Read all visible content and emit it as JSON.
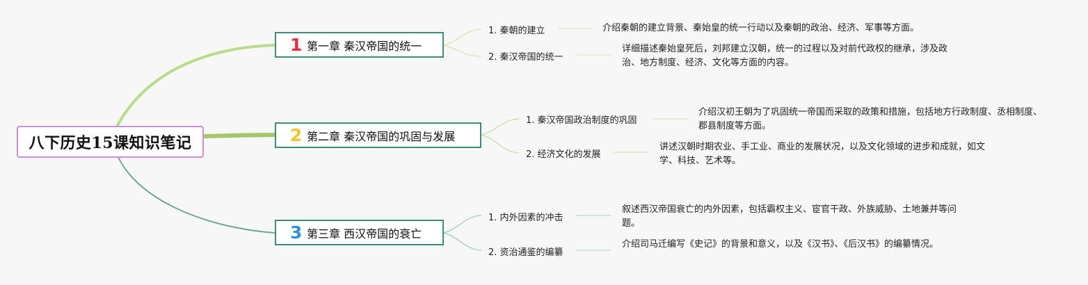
{
  "title": "八下历史15课知识笔记",
  "colors": {
    "root_border": "#c98fd8",
    "chapter_border": "#3d8b78",
    "branch_1": "#b8dc8a",
    "branch_2": "#a5c768",
    "branch_3": "#6ea88a",
    "num_1": "#e0323c",
    "num_2": "#f5c52a",
    "num_3": "#2f8fd8"
  },
  "chapters": [
    {
      "number": "1",
      "label": "第一章 秦汉帝国的统一",
      "sections": [
        {
          "label": "1. 秦朝的建立",
          "detail": "介绍秦朝的建立背景、秦始皇的统一行动以及秦朝的政治、经济、军事等方面。"
        },
        {
          "label": "2. 秦汉帝国的统一",
          "detail": "详细描述秦始皇死后，刘邦建立汉朝，统一的过程以及对前代政权的继承，涉及政治、地方制度、经济、文化等方面的内容。"
        }
      ]
    },
    {
      "number": "2",
      "label": "第二章 秦汉帝国的巩固与发展",
      "sections": [
        {
          "label": "1. 秦汉帝国政治制度的巩固",
          "detail": "介绍汉初王朝为了巩固统一帝国而采取的政策和措施，包括地方行政制度、丞相制度、郡县制度等方面。"
        },
        {
          "label": "2. 经济文化的发展",
          "detail": "讲述汉朝时期农业、手工业、商业的发展状况，以及文化领域的进步和成就，如文学、科技、艺术等。"
        }
      ]
    },
    {
      "number": "3",
      "label": "第三章 西汉帝国的衰亡",
      "sections": [
        {
          "label": "1. 内外因素的冲击",
          "detail": "叙述西汉帝国衰亡的内外因素，包括霸权主义、宦官干政、外族威胁、土地兼并等问题。"
        },
        {
          "label": "2. 资治通鉴的编纂",
          "detail": "介绍司马迁编写《史记》的背景和意义，以及《汉书》、《后汉书》的编纂情况。"
        }
      ]
    }
  ]
}
